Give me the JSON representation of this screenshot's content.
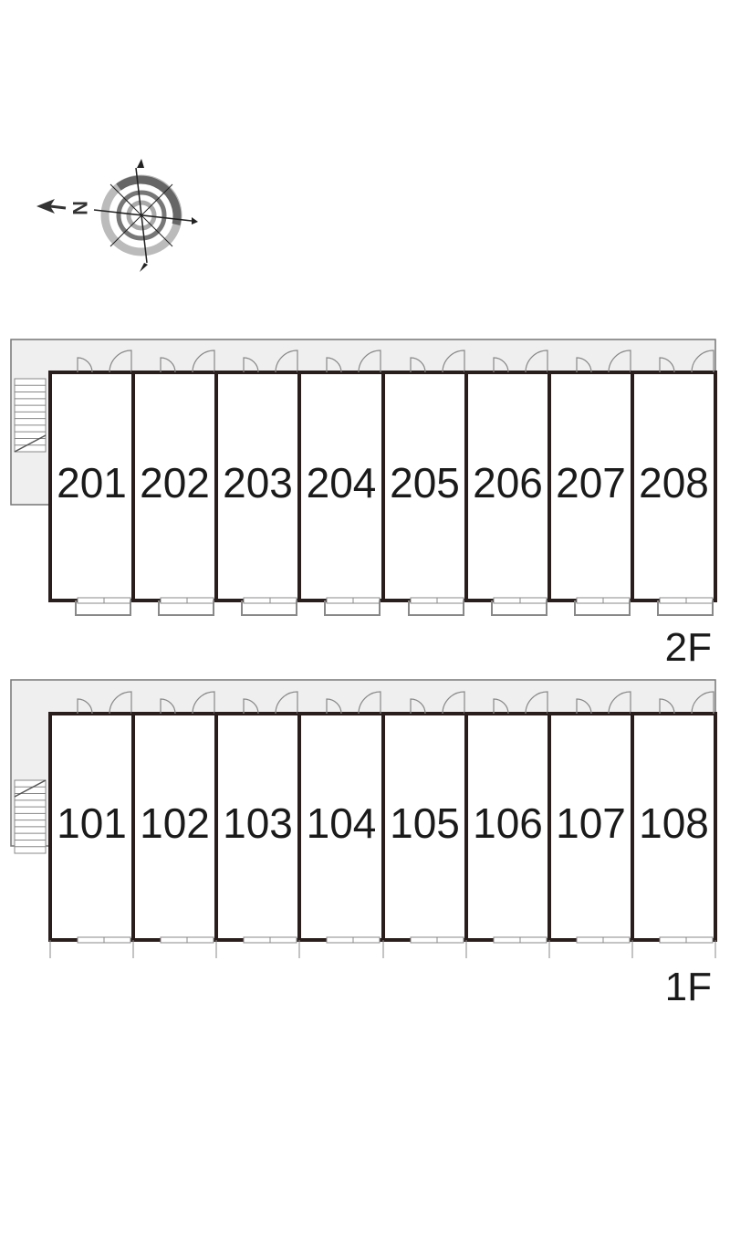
{
  "compass": {
    "north_label": "N"
  },
  "floors": [
    {
      "label": "2F",
      "units": [
        "201",
        "202",
        "203",
        "204",
        "205",
        "206",
        "207",
        "208"
      ]
    },
    {
      "label": "1F",
      "units": [
        "101",
        "102",
        "103",
        "104",
        "105",
        "106",
        "107",
        "108"
      ]
    }
  ],
  "colors": {
    "wall": "#2a1e1c",
    "corridor": "#efefef",
    "corridor_stroke": "#777777",
    "fixture": "#888888",
    "compass_dark": "#666666",
    "compass_light": "#bbbbbb"
  }
}
